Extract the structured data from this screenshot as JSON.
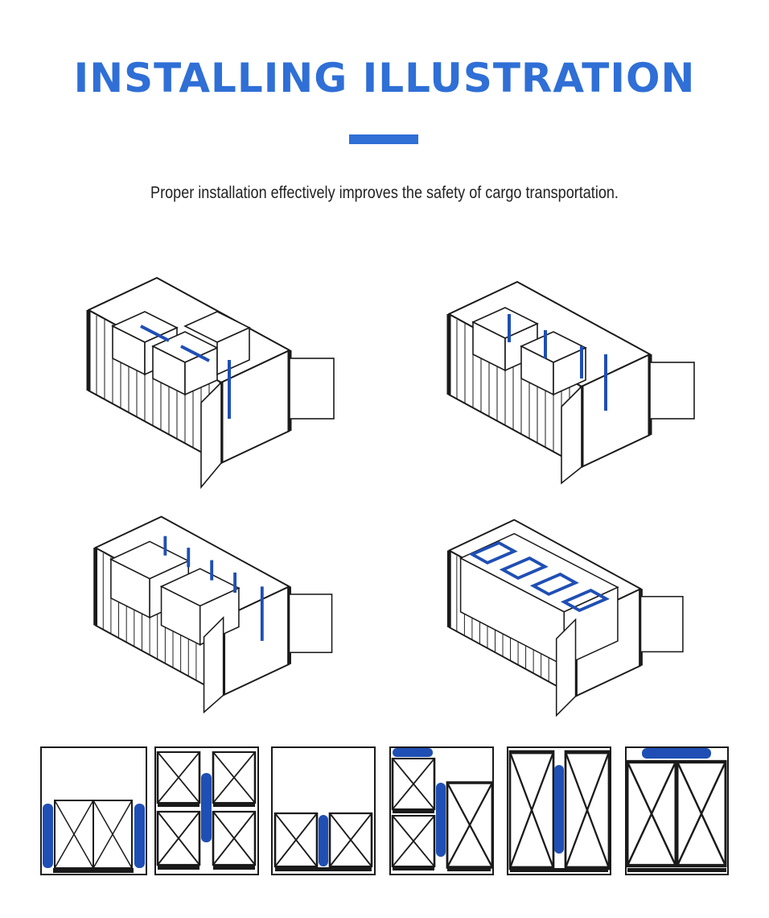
{
  "header": {
    "title": "INSTALLING ILLUSTRATION",
    "subtitle": "Proper installation effectively improves the safety of cargo transportation."
  },
  "colors": {
    "accent": "#2f6fd6",
    "bag": "#1f4fb5",
    "line": "#1a1a1a",
    "text": "#222222"
  },
  "illustrations": [
    {
      "name": "container-vertical-bags-single",
      "icon": "container-illustration"
    },
    {
      "name": "container-vertical-bags-double",
      "icon": "container-illustration"
    },
    {
      "name": "container-vertical-bags-pallet",
      "icon": "container-illustration"
    },
    {
      "name": "container-horizontal-bags-top",
      "icon": "container-illustration"
    }
  ],
  "cross_sections": [
    {
      "name": "cross-section-side-gaps"
    },
    {
      "name": "cross-section-stacked-pallets"
    },
    {
      "name": "cross-section-center-low"
    },
    {
      "name": "cross-section-uneven-stack"
    },
    {
      "name": "cross-section-tall-center"
    },
    {
      "name": "cross-section-top-gap"
    }
  ]
}
